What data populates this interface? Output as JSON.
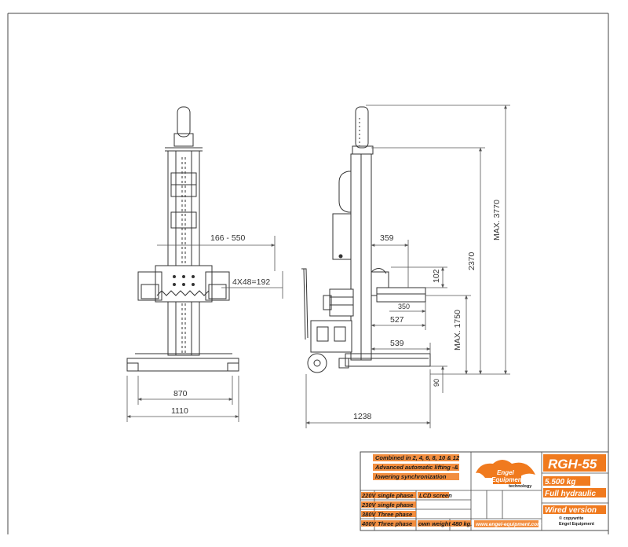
{
  "side_view": {
    "dimensions": {
      "top_width": "166 - 550",
      "fork_spacing": "4X48=192",
      "inner_width": "870",
      "outer_width": "1110"
    }
  },
  "front_view": {
    "dimensions": {
      "max_height": "MAX. 3770",
      "column_height": "2370",
      "max_lift": "MAX. 1750",
      "arm_offset": "359",
      "arm_thickness": "102",
      "arm_350": "350",
      "arm_527": "527",
      "base_539": "539",
      "base_height": "90",
      "overall_length": "1238"
    }
  },
  "title_block": {
    "features": [
      "Combined in 2, 4, 6, 8, 10 & 12",
      "Advanced automatic lifting -&",
      "lowering synchronization"
    ],
    "power_options": [
      {
        "voltage": "220V",
        "phase": "single phase",
        "extra": "LCD screen"
      },
      {
        "voltage": "230V",
        "phase": "single phase",
        "extra": ""
      },
      {
        "voltage": "380V",
        "phase": "Three phase",
        "extra": ""
      },
      {
        "voltage": "400V",
        "phase": "Three phase",
        "extra": "own weight 480 kg."
      }
    ],
    "logo": {
      "line1": "Engel",
      "line2": "Equipment",
      "tagline": "technology"
    },
    "website": "www.engel-equipment.com",
    "model": "RGH-55",
    "capacity": "5.500 kg",
    "drive": "Full hydraulic",
    "version": "Wired version",
    "copyright_line1": "© copywrite",
    "copyright_line2": "Engel Equipment",
    "colors": {
      "accent": "#f07a1e",
      "line": "#4a4a4a"
    }
  }
}
